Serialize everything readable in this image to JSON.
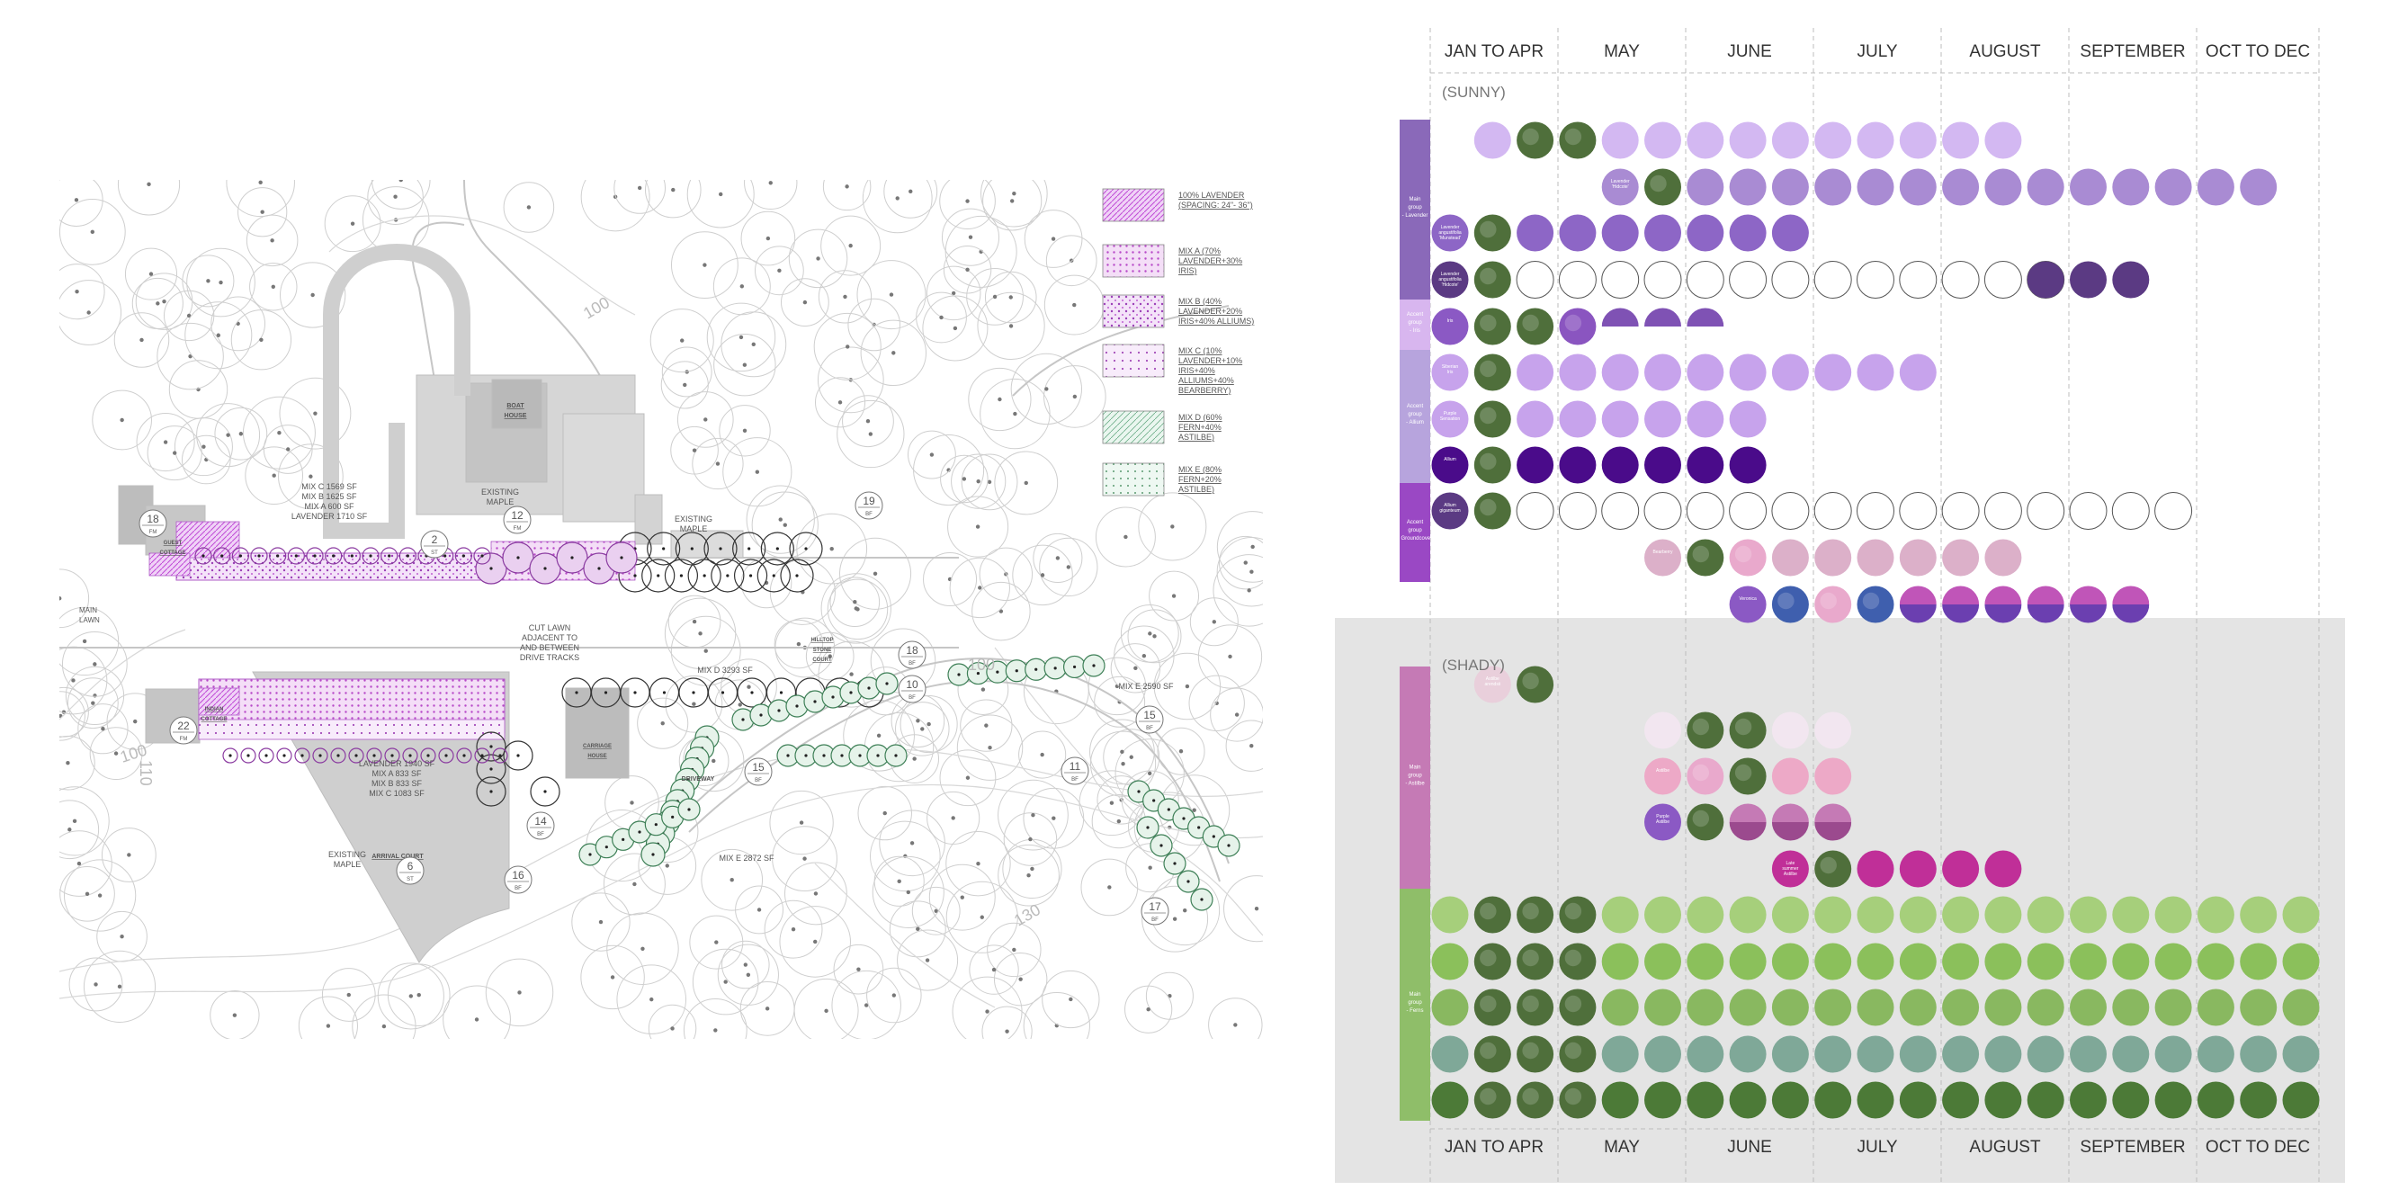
{
  "plan": {
    "legend": [
      {
        "lines": [
          "100% LAVENDER",
          "(SPACING: 24\"- 36\")"
        ],
        "pattern": "lav"
      },
      {
        "lines": [
          "MIX A (70%",
          "LAVENDER+30%",
          "IRIS)"
        ],
        "pattern": "mixA"
      },
      {
        "lines": [
          "MIX B (40%",
          "LAVENDER+20%",
          "IRIS+40% ALLIUMS)"
        ],
        "pattern": "mixB"
      },
      {
        "lines": [
          "MIX C (10%",
          "LAVENDER+10%",
          "IRIS+40%",
          "ALLIUMS+40%",
          "BEARBERRY)"
        ],
        "pattern": "mixC"
      },
      {
        "lines": [
          "MIX D (60%",
          "FERN+40%",
          "ASTILBE)"
        ],
        "pattern": "mixD"
      },
      {
        "lines": [
          "MIX E (80%",
          "FERN+20%",
          "ASTILBE)"
        ],
        "pattern": "mixE"
      }
    ],
    "labels": {
      "boat_house": [
        "BOAT",
        "HOUSE"
      ],
      "existing_maple_top": [
        "EXISTING",
        "MAPLE"
      ],
      "existing_maple_right": [
        "EXISTING",
        "MAPLE"
      ],
      "existing_maple_bottom": [
        "EXISTING",
        "MAPLE"
      ],
      "guest_cottage": [
        "GUEST",
        "COTTAGE"
      ],
      "indian_cottage": [
        "INDIAN",
        "COTTAGE"
      ],
      "carriage_house": [
        "CARRIAGE",
        "HOUSE"
      ],
      "hilltop_stone_court": [
        "HILLTOP",
        "STONE",
        "COURT"
      ],
      "main_lawn": [
        "MAIN",
        "LAWN"
      ],
      "cut_lawn": [
        "CUT LAWN",
        "ADJACENT TO",
        "AND BETWEEN",
        "DRIVE TRACKS"
      ],
      "north_areas": [
        "MIX C 1569 SF",
        "MIX B 1625 SF",
        "MIX A 600 SF",
        "LAVENDER 1710 SF"
      ],
      "south_areas": [
        "LAVENDER 1940 SF",
        "MIX A 833 SF",
        "MIX B 833 SF",
        "MIX C 1083 SF"
      ],
      "mix_d": "MIX D 3293 SF",
      "mix_e": "MIX E 2872 SF",
      "mix_e2": "MIX E 2590 SF",
      "arrival_court": "ARRIVAL COURT",
      "driveway": "DRIVEWAY"
    },
    "contours": [
      "100",
      "100",
      "100",
      "110",
      "130"
    ],
    "markers": [
      {
        "num": "18",
        "sub": "FM"
      },
      {
        "num": "2",
        "sub": "ST"
      },
      {
        "num": "12",
        "sub": "FM"
      },
      {
        "num": "19",
        "sub": "BF"
      },
      {
        "num": "22",
        "sub": "FM"
      },
      {
        "num": "16",
        "sub": "BF"
      },
      {
        "num": "14",
        "sub": "BF"
      },
      {
        "num": "6",
        "sub": "ST"
      },
      {
        "num": "15",
        "sub": "BF"
      },
      {
        "num": "10",
        "sub": "BF"
      },
      {
        "num": "18",
        "sub": "BF"
      },
      {
        "num": "11",
        "sub": "BF"
      },
      {
        "num": "15",
        "sub": "BF"
      },
      {
        "num": "17",
        "sub": "BF"
      }
    ]
  },
  "bloom": {
    "months": [
      "JAN TO APR",
      "MAY",
      "JUNE",
      "JULY",
      "AUGUST",
      "SEPTEMBER",
      "OCT TO DEC"
    ],
    "sections": [
      "(SUNNY)",
      "(SHADY)"
    ],
    "groups": [
      {
        "label": "Main group - Lavender",
        "color": "#8a69b9"
      },
      {
        "label": "Accent group - Iris",
        "color": "#d8b6ef"
      },
      {
        "label": "Accent group - Allium",
        "color": "#b7a4dd"
      },
      {
        "label": "Accent group - Groundcover",
        "color": "#9a48c4"
      },
      {
        "label": "Main group - Astilbe",
        "color": "#c57ab5"
      },
      {
        "label": "Main group - Ferns",
        "color": "#8fbe69"
      }
    ],
    "rows": [
      {
        "label": "",
        "photos": [
          "pink",
          "leaf",
          "leaf"
        ],
        "run_color": "#d3b8f2",
        "run_start": 10,
        "run_end": 11,
        "extra": []
      },
      {
        "label": "Lavender 'Hidcote'",
        "photos": [
          "purple",
          "leaf"
        ],
        "run_color": "#a98bd3",
        "run_start": 14,
        "run_end": 17,
        "extra": []
      },
      {
        "label": "Lavender angustifolia 'Munstead'",
        "photos": [
          "purple",
          "leaf"
        ],
        "run_color": "#8d66c6",
        "run_start": 5,
        "run_end": 6,
        "extra": []
      },
      {
        "label": "Lavender angustifolia 'Hidcote'",
        "photos": [
          "purple",
          "leaf"
        ],
        "run_color": "outline",
        "run_start": 3,
        "run_end": 11,
        "extra": [
          {
            "from": 12,
            "to": 14,
            "color": "#5b3a83"
          }
        ]
      },
      {
        "label": "Iris",
        "photos": [
          "purple",
          "leaf",
          "leaf",
          "purple"
        ],
        "run_color": "halfwhite",
        "run_start": 4,
        "run_end": 4,
        "extra": []
      },
      {
        "label": "Siberian Iris",
        "photos": [
          "purple",
          "leaf"
        ],
        "run_color": "#c7a3ec",
        "run_start": 8,
        "run_end": 9,
        "extra": []
      },
      {
        "label": "Purple Sensation",
        "photos": [
          "purple",
          "leaf"
        ],
        "run_color": "#c7a3ec",
        "run_start": 4,
        "run_end": 5,
        "extra": []
      },
      {
        "label": "Allium",
        "photos": [
          "purple",
          "leaf"
        ],
        "run_color": "#4a0b8a",
        "run_start": 4,
        "run_end": 5,
        "extra": []
      },
      {
        "label": "Allium giganteum",
        "photos": [
          "purple",
          "leaf"
        ],
        "run_color": "lowpurple",
        "run_start": 3,
        "run_end": 14,
        "extra": []
      },
      {
        "label": "Bearberry",
        "photos": [
          "pink",
          "leaf",
          "pink"
        ],
        "run_color": "#dcb0c9",
        "run_start": 7,
        "run_end": 11,
        "extra": []
      },
      {
        "label": "Veronica",
        "photos": [
          "purple",
          "blue",
          "pink",
          "blue"
        ],
        "run_color": "stripe",
        "run_start": 8,
        "run_end": 14,
        "extra": []
      },
      {
        "label": "Astilbe arendsii",
        "photos": [
          "pink",
          "leaf"
        ],
        "run_color": "#e9cfdb",
        "run_start": 0,
        "run_end": 0,
        "extra": []
      },
      {
        "label": "",
        "photos": [
          "white",
          "leaf",
          "leaf"
        ],
        "run_color": "#f2e6f0",
        "run_start": 6,
        "run_end": 7,
        "extra": []
      },
      {
        "label": "Astilbe",
        "photos": [
          "pink",
          "pink",
          "leaf"
        ],
        "run_color": "#eda9c7",
        "run_start": 6,
        "run_end": 7,
        "extra": []
      },
      {
        "label": "Purple Astilbe",
        "photos": [
          "pink",
          "leaf"
        ],
        "run_color": "halfpink",
        "run_start": 6,
        "run_end": 7,
        "extra": []
      },
      {
        "label": "Late summer Astilbe",
        "photos": [
          "pink",
          "leaf"
        ],
        "run_color": "#c02f98",
        "run_start": 10,
        "run_end": 11,
        "extra": []
      },
      {
        "label": "",
        "photos": [
          "leaf",
          "leaf",
          "leaf",
          "leaf"
        ],
        "run_color": "#a6cf7b",
        "run_start": 5,
        "run_end": 18,
        "extra": []
      },
      {
        "label": "",
        "photos": [
          "leaf",
          "leaf",
          "leaf",
          "leaf"
        ],
        "run_color": "#8bc05b",
        "run_start": 5,
        "run_end": 18,
        "extra": []
      },
      {
        "label": "",
        "photos": [
          "leaf",
          "leaf",
          "leaf",
          "leaf"
        ],
        "run_color": "#89b860",
        "run_start": 5,
        "run_end": 18,
        "extra": []
      },
      {
        "label": "",
        "photos": [
          "leaf",
          "leaf",
          "leaf",
          "leaf"
        ],
        "run_color": "#7fa898",
        "run_start": 5,
        "run_end": 18,
        "extra": []
      },
      {
        "label": "",
        "photos": [
          "leaf",
          "leaf",
          "leaf",
          "leaf"
        ],
        "run_color": "#4c7a37",
        "run_start": 5,
        "run_end": 18,
        "extra": []
      }
    ]
  }
}
